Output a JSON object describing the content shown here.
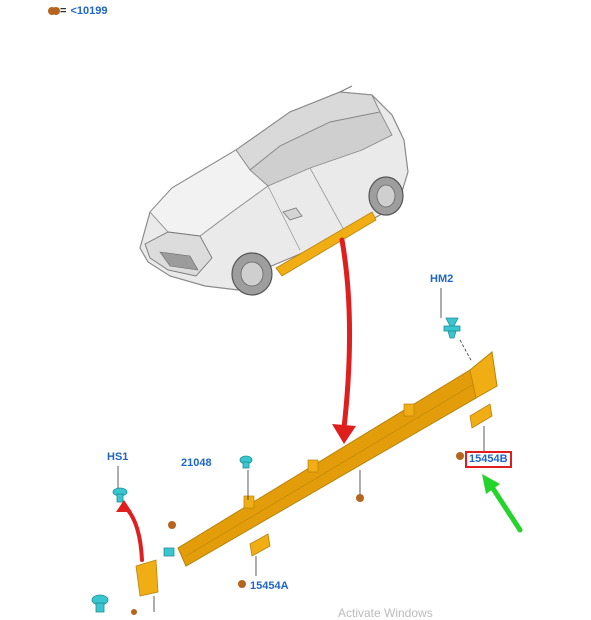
{
  "legend": {
    "symbol_color": "#b5651d",
    "equals": "=",
    "label": "<10199"
  },
  "parts": {
    "hm2": "HM2",
    "hs1": "HS1",
    "p21048": "21048",
    "p15454a": "15454A",
    "p15454b": "15454B"
  },
  "watermark": "Activate Windows",
  "colors": {
    "part": "#f0ae14",
    "fastener": "#39c6cf",
    "marker": "#b5651d",
    "callout": "#1f66c8",
    "red_arrow": "#e01e1e",
    "green_arrow": "#23d52a"
  }
}
